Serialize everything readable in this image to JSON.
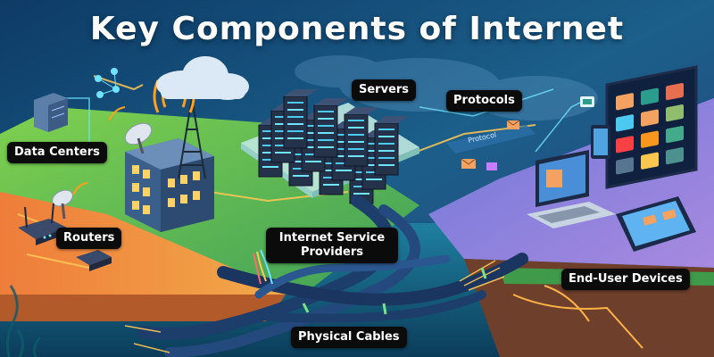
{
  "title": "Key Components of Internet",
  "labels": {
    "data_centers": "Data Centers",
    "routers": "Routers",
    "servers": "Servers",
    "protocols": "Protocols",
    "isp_line1": "Internet Service",
    "isp_line2": "Providers",
    "end_user_devices": "End-User Devices",
    "physical_cables": "Physical Cables"
  },
  "protocol_banner": "Protocol",
  "colors": {
    "label_bg": "#0b0b0b",
    "label_text": "#ffffff",
    "sky_top": "#0d3b66",
    "green_land": "#6fc24a",
    "orange_land": "#f08a3a",
    "purple_land": "#8c7ad8",
    "cable": "#1d3d6b",
    "glow": "#ffc857"
  },
  "icons": [
    "cloud-icon",
    "wifi-icon",
    "tower-icon",
    "satellite-dish-icon",
    "envelope-icon",
    "database-icon"
  ]
}
